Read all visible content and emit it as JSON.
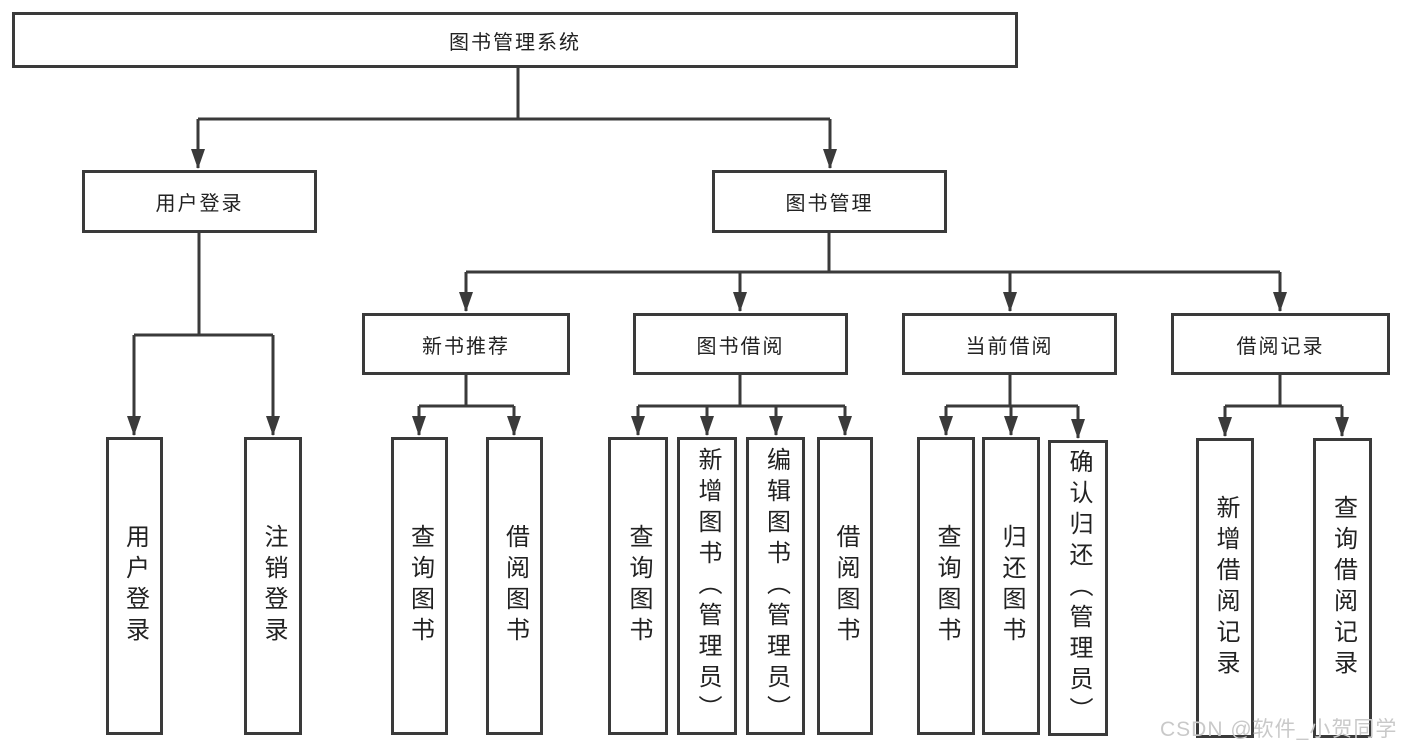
{
  "diagram": {
    "root": "图书管理系统",
    "branches": [
      {
        "label": "用户登录",
        "children": [
          "用户登录",
          "注销登录"
        ]
      },
      {
        "label": "图书管理",
        "groups": [
          {
            "label": "新书推荐",
            "children": [
              "查询图书",
              "借阅图书"
            ]
          },
          {
            "label": "图书借阅",
            "children": [
              "查询图书",
              "新增图书（管理员）",
              "编辑图书（管理员）",
              "借阅图书"
            ]
          },
          {
            "label": "当前借阅",
            "children": [
              "查询图书",
              "归还图书",
              "确认归还（管理员）"
            ]
          },
          {
            "label": "借阅记录",
            "children": [
              "新增借阅记录",
              "查询借阅记录"
            ]
          }
        ]
      }
    ]
  },
  "watermark": "CSDN @软件_小贺同学",
  "colors": {
    "line": "#3a3a3a",
    "text": "#222222",
    "watermark": "#c9c9c9",
    "background": "#ffffff"
  }
}
